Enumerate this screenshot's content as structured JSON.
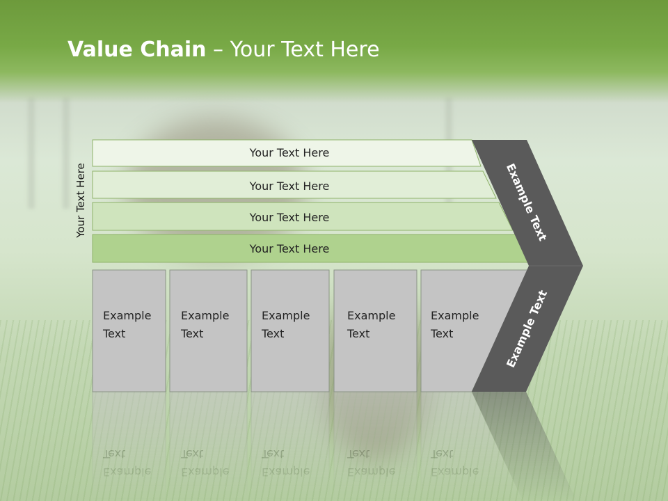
{
  "title": {
    "bold": "Value Chain",
    "rest": " – Your Text Here"
  },
  "side_label": "Your Text Here",
  "bands": [
    {
      "label": "Your Text Here",
      "color": "#eef5e8"
    },
    {
      "label": "Your Text Here",
      "color": "#e1eed7"
    },
    {
      "label": "Your Text Here",
      "color": "#cfe4bd"
    },
    {
      "label": "Your Text Here",
      "color": "#afd28e"
    }
  ],
  "boxes": [
    {
      "line1": "Example",
      "line2": "Text"
    },
    {
      "line1": "Example",
      "line2": "Text"
    },
    {
      "line1": "Example",
      "line2": "Text"
    },
    {
      "line1": "Example",
      "line2": "Text"
    },
    {
      "line1": "Example",
      "line2": "Text"
    }
  ],
  "chevron": {
    "upper": "Example Text",
    "lower": "Example Text"
  },
  "colors": {
    "header": "#78a946",
    "box": "#c4c4c4",
    "chevron": "#5a5a5a"
  }
}
